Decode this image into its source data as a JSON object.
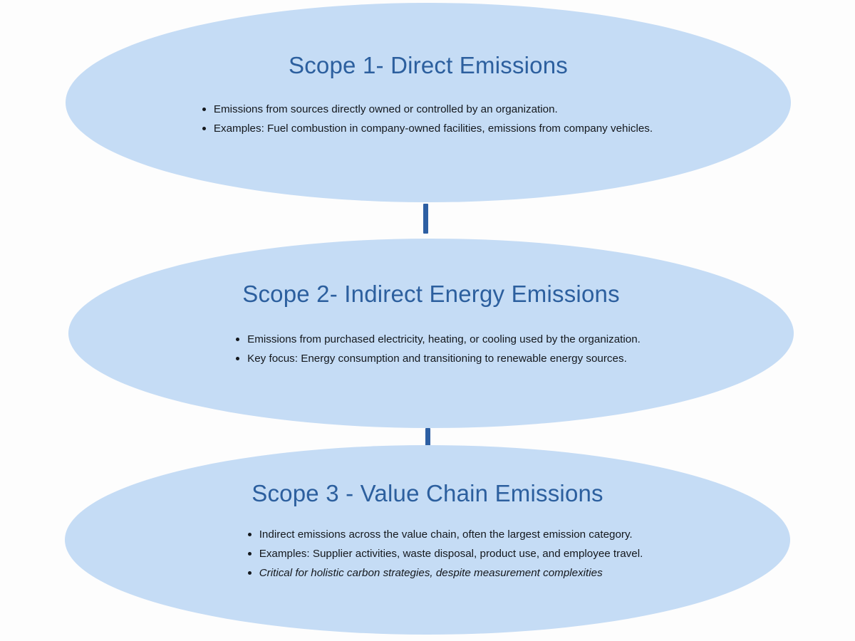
{
  "diagram": {
    "type": "vertical-flow",
    "background_color": "#fdfdfd",
    "node_fill_color": "#c5dcf5",
    "title_color": "#2c5f9e",
    "body_text_color": "#14181d",
    "connector_color": "#2d5fa3",
    "nodes": [
      {
        "id": "scope-1",
        "title": "Scope 1- Direct Emissions",
        "bullets": [
          {
            "text": "Emissions from sources directly owned or controlled by an organization.",
            "italic": false
          },
          {
            "text": "Examples: Fuel combustion in company-owned facilities, emissions from company vehicles.",
            "italic": false
          }
        ]
      },
      {
        "id": "scope-2",
        "title": "Scope 2-  Indirect Energy Emissions",
        "bullets": [
          {
            "text": "Emissions from purchased electricity, heating, or cooling used by the organization.",
            "italic": false
          },
          {
            "text": "Key focus: Energy consumption and transitioning to renewable energy sources.",
            "italic": false
          }
        ]
      },
      {
        "id": "scope-3",
        "title": "Scope 3 - Value Chain Emissions",
        "bullets": [
          {
            "text": "Indirect emissions across the value chain, often the largest emission category.",
            "italic": false
          },
          {
            "text": "Examples: Supplier activities, waste disposal, product use, and employee travel.",
            "italic": false
          },
          {
            "text": "Critical for holistic carbon strategies, despite measurement complexities",
            "italic": true
          }
        ]
      }
    ],
    "connectors": [
      {
        "id": "connector-scope1-scope2",
        "from": "scope-1",
        "to": "scope-2"
      },
      {
        "id": "connector-scope2-scope3",
        "from": "scope-2",
        "to": "scope-3"
      }
    ]
  }
}
